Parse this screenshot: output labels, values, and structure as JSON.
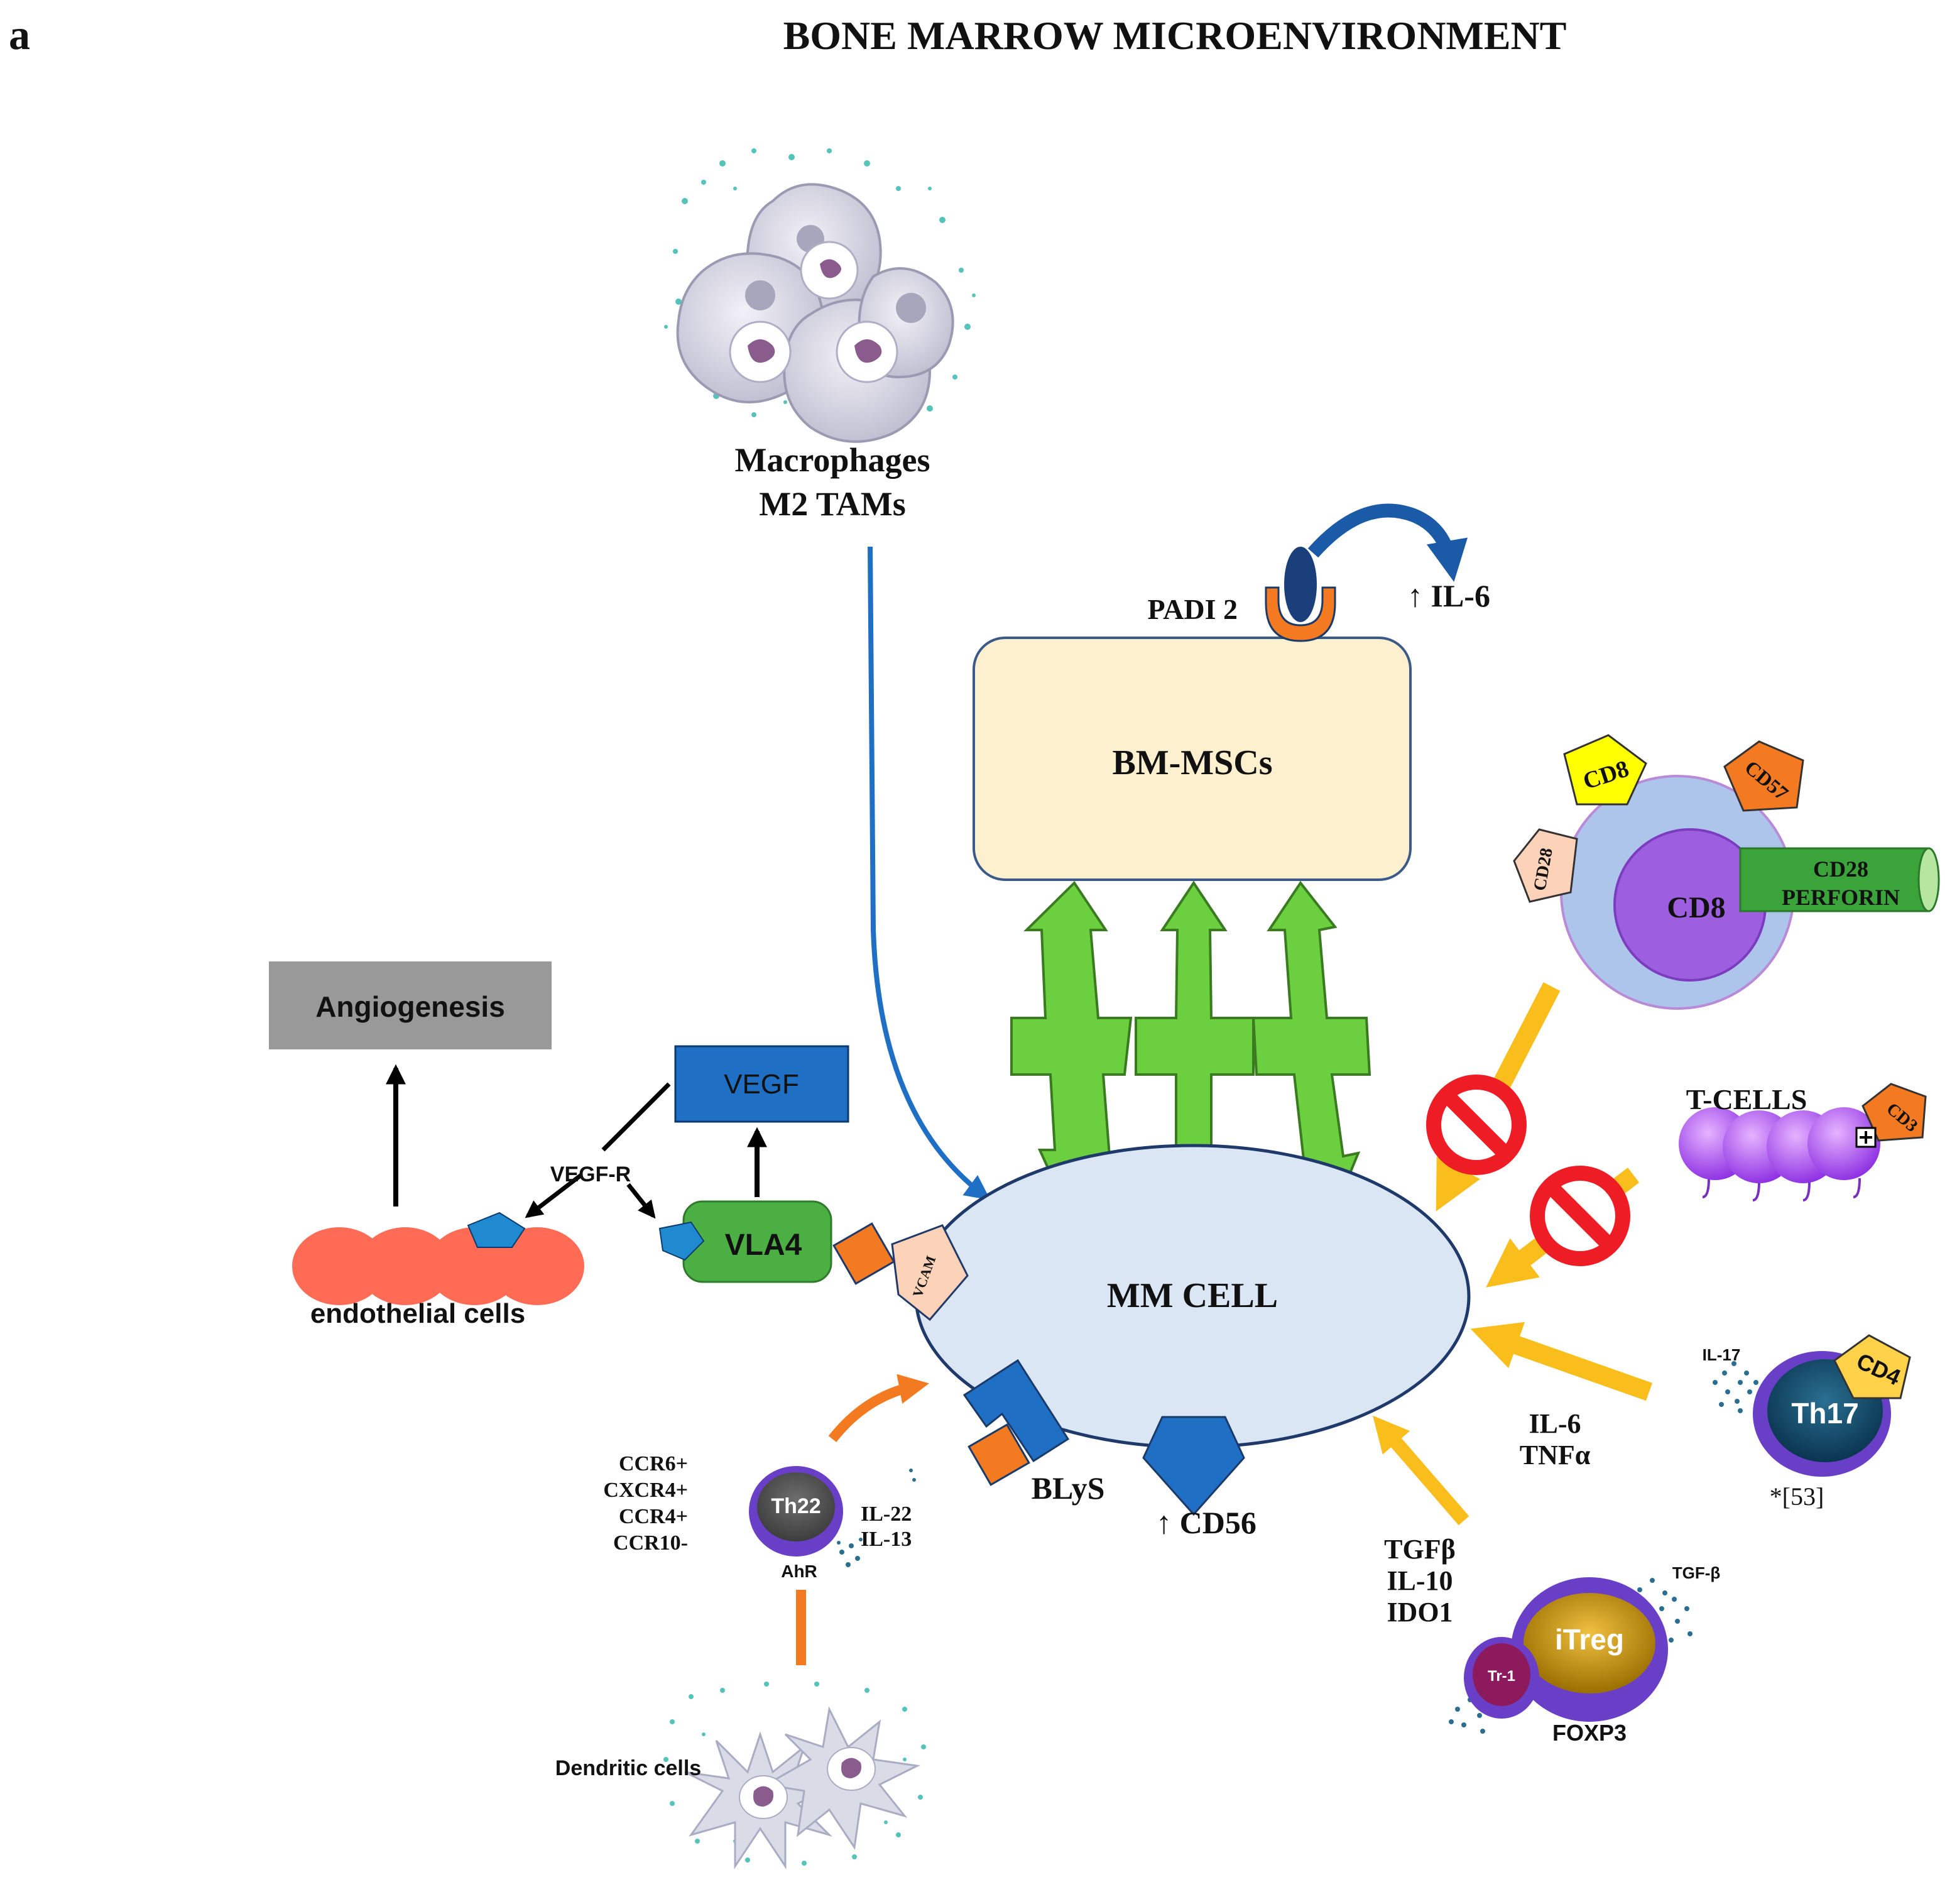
{
  "panel_label": "a",
  "title": "BONE MARROW MICROENVIRONMENT",
  "macrophages": {
    "line1": "Macrophages",
    "line2": "M2 TAMs"
  },
  "bm_mscs": "BM-MSCs",
  "padi2": "PADI 2",
  "il6_up": "↑ IL-6",
  "mm_cell": "MM CELL",
  "angiogenesis": "Angiogenesis",
  "vegf": "VEGF",
  "vegf_r": "VEGF-R",
  "vla4": "VLA4",
  "vcam": "VCAM",
  "endothelial": "endothelial cells",
  "blys": "BLyS",
  "cd56_up": "↑ CD56",
  "cd8_cell": {
    "center": "CD8",
    "top_marker": "CD8",
    "cd57": "CD57",
    "cd28_side": "CD28",
    "cylinder_line1": "CD28",
    "cylinder_line2": "PERFORIN"
  },
  "tcells": {
    "label": "T-CELLS",
    "marker": "CD3"
  },
  "th17": {
    "label": "Th17",
    "marker": "CD4",
    "cytokine": "IL-17",
    "ref": "*[53]"
  },
  "il6_tnf": {
    "line1": "IL-6",
    "line2": "TNFα"
  },
  "treg": {
    "itreg": "iTreg",
    "tr1": "Tr-1",
    "foxp3": "FOXP3",
    "tgfb_label": "TGF-β",
    "factors": [
      "TGFβ",
      "IL-10",
      "IDO1"
    ]
  },
  "th22": {
    "label": "Th22",
    "ahr": "AhR",
    "receptors": [
      "CCR6+",
      "CXCR4+",
      "CCR4+",
      "CCR10-"
    ],
    "cytokines": [
      "IL-22",
      "IL-13"
    ]
  },
  "dendritic": "Dendritic cells",
  "colors": {
    "green_arrow": "#6ccf3f",
    "yellow_arrow": "#f9be1b",
    "orange_arrow": "#f47a22",
    "blue_arrow": "#1f6fc4",
    "mm_cell_fill": "#dbe6f4",
    "bm_msc_fill": "#fdf0cf",
    "vegf_fill": "#1f6fc4",
    "vla4_fill": "#4caf43",
    "endothelial_fill": "#ff6b54",
    "angiogenesis_fill": "#999999"
  }
}
